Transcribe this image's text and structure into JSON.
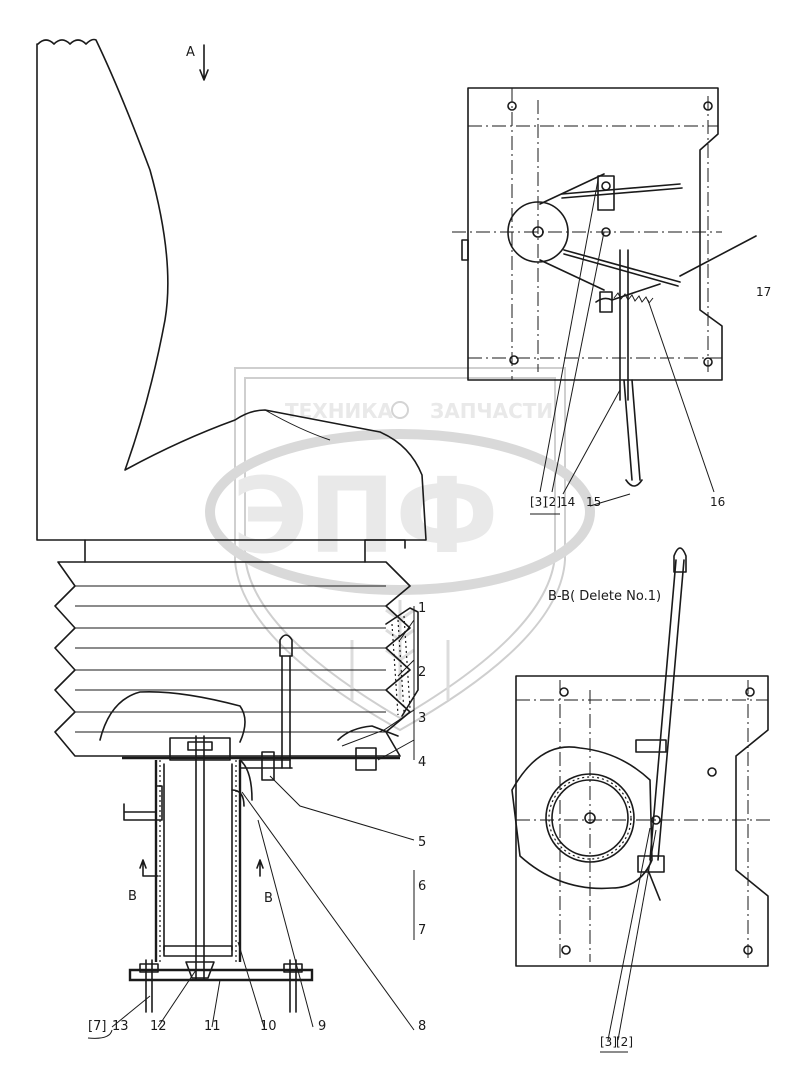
{
  "views": {
    "view_a_label": "A",
    "section_b_label": "B",
    "section_b_arrow_label": "B",
    "section_title": "B-B( Delete No.1)"
  },
  "callouts_main": {
    "c1": "1",
    "c2": "2",
    "c3": "3",
    "c4": "4",
    "c5": "5",
    "c6": "6",
    "c7": "7",
    "c8": "8",
    "c9": "9",
    "c10": "10",
    "c11": "11",
    "c12": "12",
    "c13": "13",
    "c17b": "[7]"
  },
  "callouts_top": {
    "c13b": "[3]",
    "c12b": "[2]",
    "c14": "14",
    "c15": "15",
    "c16": "16",
    "c17": "17"
  },
  "callouts_section": {
    "c13b": "[3]",
    "c12b": "[2]"
  },
  "watermark": {
    "top_text": "ТЕХНИКА",
    "top_text2": "ЗАПЧАСТИ",
    "big_text": "ЭПФ",
    "color": "#e9e9e9"
  }
}
